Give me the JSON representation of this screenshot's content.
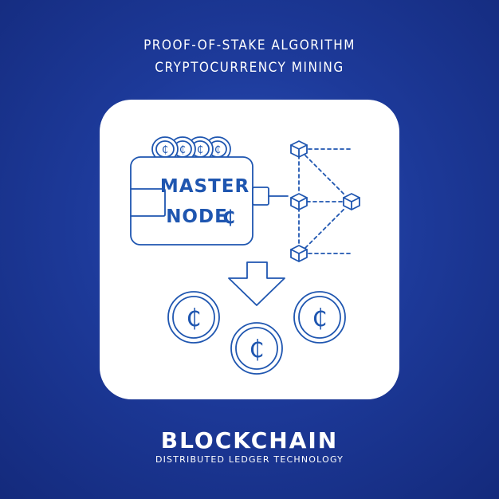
{
  "header": {
    "line1": "PROOF-OF-STAKE ALGORITHM",
    "line2": "CRYPTOCURRENCY MINING"
  },
  "illustration": {
    "wallet_text_1": "MASTER",
    "wallet_text_2": "NODE",
    "coin_symbol": "₵",
    "accent_color": "#1f56b0",
    "icons": [
      "wallet-icon",
      "coin-stack-icon",
      "blockchain-network-icon",
      "down-arrow-icon",
      "coin-icon"
    ]
  },
  "footer": {
    "brand": "BLOCKCHAIN",
    "tagline": "DISTRIBUTED LEDGER TECHNOLOGY"
  }
}
